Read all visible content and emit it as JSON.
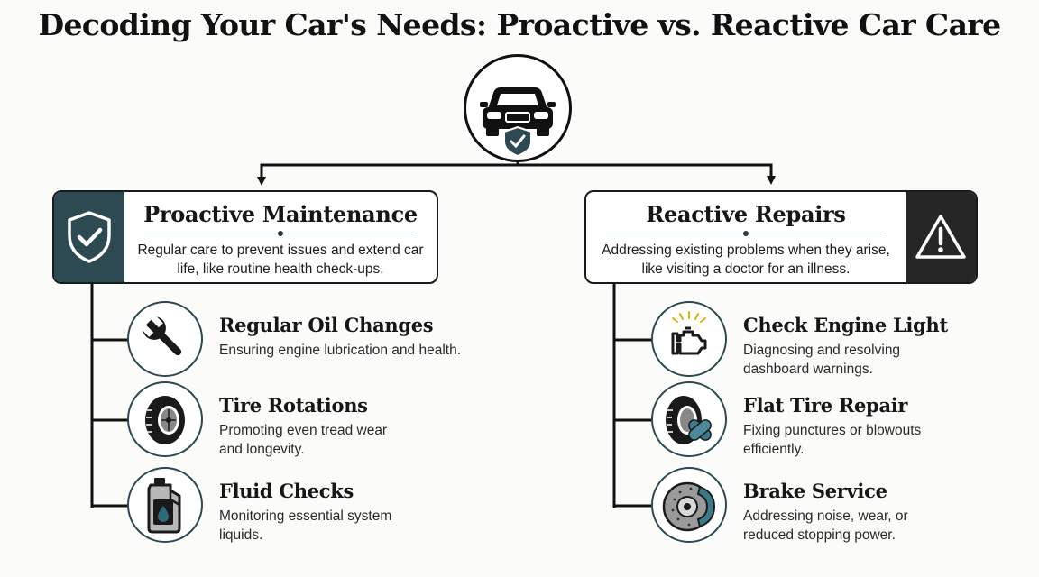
{
  "title": "Decoding Your Car's Needs: Proactive vs. Reactive Car Care",
  "colors": {
    "accent": "#2d4a52",
    "dark": "#262626",
    "line": "#111111"
  },
  "hub": {
    "icon": "car-shield-icon"
  },
  "proactive": {
    "title": "Proactive Maintenance",
    "description": "Regular care to prevent issues and extend car life, like routine health check-ups.",
    "icon": "shield-check-icon",
    "items": [
      {
        "title": "Regular Oil Changes",
        "description": "Ensuring engine lubrication and health.",
        "icon": "wrench-icon"
      },
      {
        "title": "Tire Rotations",
        "description": "Promoting even tread wear and longevity.",
        "icon": "tire-icon"
      },
      {
        "title": "Fluid Checks",
        "description": "Monitoring essential system liquids.",
        "icon": "fluid-jug-icon"
      }
    ]
  },
  "reactive": {
    "title": "Reactive Repairs",
    "description": "Addressing existing problems when they arise, like visiting a doctor for an illness.",
    "icon": "warning-icon",
    "items": [
      {
        "title": "Check Engine Light",
        "description": "Diagnosing and resolving dashboard warnings.",
        "icon": "engine-light-icon"
      },
      {
        "title": "Flat Tire Repair",
        "description": "Fixing punctures or blowouts efficiently.",
        "icon": "tire-bandage-icon"
      },
      {
        "title": "Brake Service",
        "description": "Addressing noise, wear, or reduced stopping power.",
        "icon": "brake-disc-icon"
      }
    ]
  }
}
